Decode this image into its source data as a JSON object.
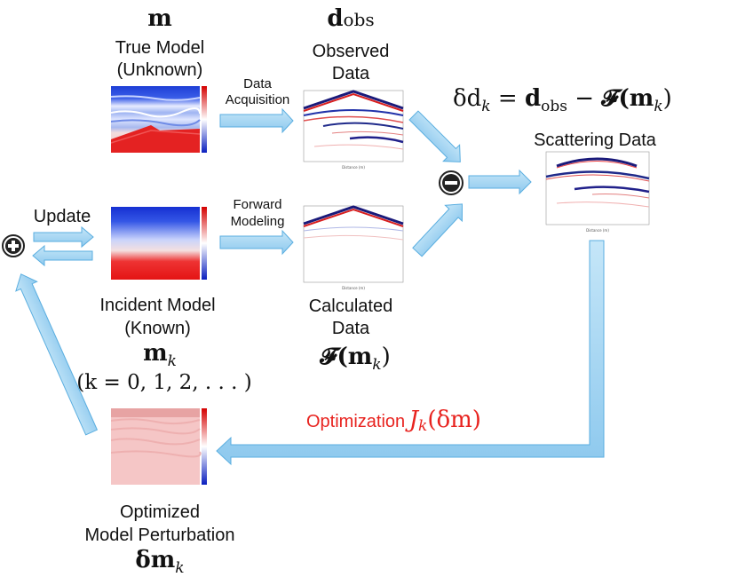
{
  "true_model": {
    "symbol": "m",
    "title": "True Model",
    "subtitle": "(Unknown)"
  },
  "observed": {
    "symbol": "d",
    "symbol_sub": "obs",
    "title": "Observed",
    "subtitle": "Data"
  },
  "data_acquisition": {
    "line1": "Data",
    "line2": "Acquisition"
  },
  "forward_modeling": {
    "line1": "Forward",
    "line2": "Modeling"
  },
  "equation": {
    "lhs": "δd",
    "lhs_sub": "k",
    "eq": "=",
    "d": "d",
    "d_sub": "obs",
    "minus": "−",
    "f": "𝓕(m",
    "f_sub": "k",
    "close": ")"
  },
  "scattering": {
    "title": "Scattering Data"
  },
  "update": {
    "label": "Update"
  },
  "incident_model": {
    "title": "Incident Model",
    "subtitle": "(Known)",
    "symbol": "m",
    "symbol_sub": "k",
    "range": "(k = 0, 1, 2, . . . )"
  },
  "calculated": {
    "title": "Calculated",
    "subtitle": "Data",
    "symbol": "𝓕(m",
    "symbol_sub": "k",
    "close": ")"
  },
  "optimization": {
    "label": "Optimization",
    "symbol": "J",
    "symbol_sub": "k",
    "arg": "(δm)"
  },
  "perturbation": {
    "line1": "Optimized",
    "line2": "Model Perturbation",
    "symbol": "δm",
    "symbol_sub": "k"
  },
  "icons": {
    "plus": "plus-circle-icon",
    "minus": "minus-circle-icon",
    "arrow": "blue-arrow"
  },
  "colors": {
    "arrow_fill": "#a6d5f1",
    "arrow_stroke": "#4da6dd",
    "red_text": "#e8231f"
  }
}
